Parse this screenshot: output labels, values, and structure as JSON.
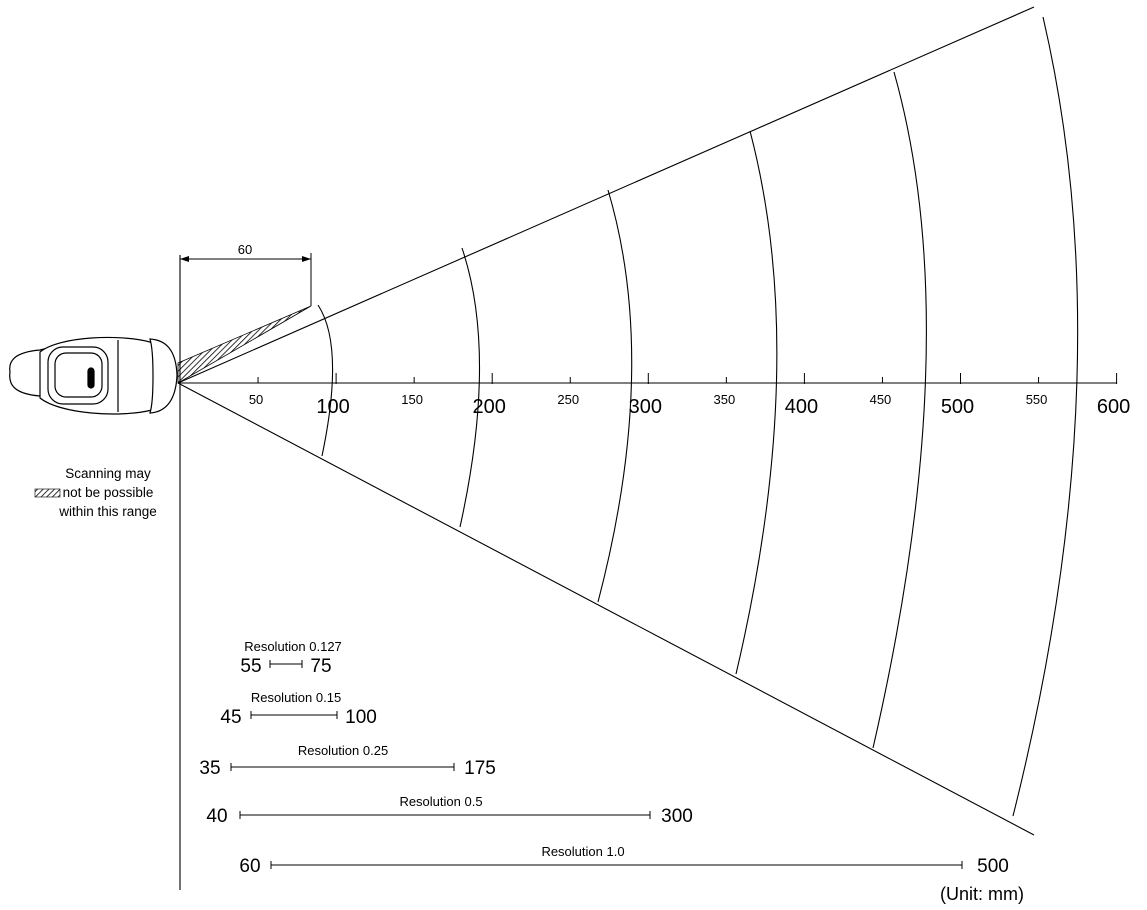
{
  "diagram": {
    "dimension": {
      "value": "60"
    },
    "axis": {
      "major_ticks": [
        "100",
        "200",
        "300",
        "400",
        "500",
        "600"
      ],
      "minor_ticks": [
        "50",
        "150",
        "250",
        "350",
        "450",
        "550"
      ]
    },
    "legend": {
      "lines": [
        "Scanning may",
        "not be possible",
        "within this range"
      ]
    },
    "resolutions": [
      {
        "label": "Resolution 0.127",
        "near": "55",
        "far": "75"
      },
      {
        "label": "Resolution 0.15",
        "near": "45",
        "far": "100"
      },
      {
        "label": "Resolution 0.25",
        "near": "35",
        "far": "175"
      },
      {
        "label": "Resolution 0.5",
        "near": "40",
        "far": "300"
      },
      {
        "label": "Resolution 1.0",
        "near": "60",
        "far": "500"
      }
    ],
    "unit": "(Unit: mm)"
  }
}
